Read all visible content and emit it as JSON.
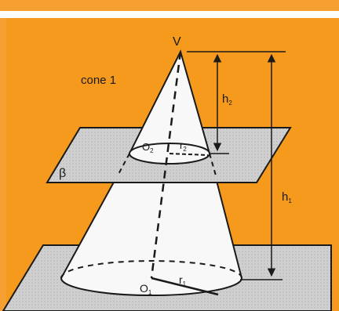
{
  "colors": {
    "frame": "#f7a032",
    "panel": "#f59a1c",
    "plane": "#cdcdcd",
    "cone": "#f8f8f8",
    "ink": "#1a1a1a"
  },
  "labels": {
    "title": "cone 1",
    "apex": "V",
    "upper_center": "O",
    "upper_center_sub": "2",
    "upper_radius": "r",
    "upper_radius_sub": "2",
    "lower_center": "O",
    "lower_center_sub": "1",
    "lower_radius": "r",
    "lower_radius_sub": "1",
    "plane_beta": "β",
    "height_small": "h",
    "height_small_sub": "2",
    "height_large": "h",
    "height_large_sub": "1"
  }
}
